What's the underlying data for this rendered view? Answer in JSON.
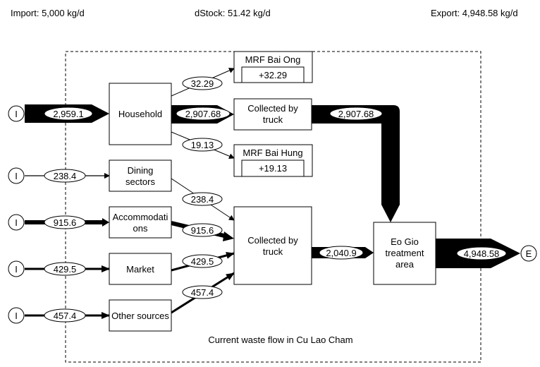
{
  "header": {
    "import": "Import: 5,000 kg/d",
    "dstock": "dStock: 51.42 kg/d",
    "export": "Export: 4,948.58 kg/d"
  },
  "caption": "Current waste flow in Cu Lao Cham",
  "terminals": {
    "import": "I",
    "export": "E"
  },
  "nodes": {
    "household": [
      "Household"
    ],
    "mrf_bai_ong": {
      "label": "MRF Bai Ong",
      "stock": "+32.29"
    },
    "collected_top": [
      "Collected by",
      "truck"
    ],
    "mrf_bai_hung": {
      "label": "MRF Bai Hung",
      "stock": "+19.13"
    },
    "dining": [
      "Dining",
      "sectors"
    ],
    "accommodations": [
      "Accommodati",
      "ons"
    ],
    "market": [
      "Market"
    ],
    "other": [
      "Other sources"
    ],
    "collected_bottom": [
      "Collected by",
      "truck"
    ],
    "eo_gio": [
      "Eo Gio",
      "treatment",
      "area"
    ]
  },
  "flows": {
    "import_household": "2,959.1",
    "household_to_bai_ong": "32.29",
    "household_to_truck": "2,907.68",
    "household_to_bai_hung": "19.13",
    "truck_top_to_eo_gio": "2,907.68",
    "import_dining": "238.4",
    "dining_to_truck": "238.4",
    "import_accommodations": "915.6",
    "accommodations_to_truck": "915.6",
    "import_market": "429.5",
    "market_to_truck": "429.5",
    "import_other": "457.4",
    "other_to_truck": "457.4",
    "truck_bottom_to_eo_gio": "2,040.9",
    "eo_gio_export": "4,948.58"
  }
}
